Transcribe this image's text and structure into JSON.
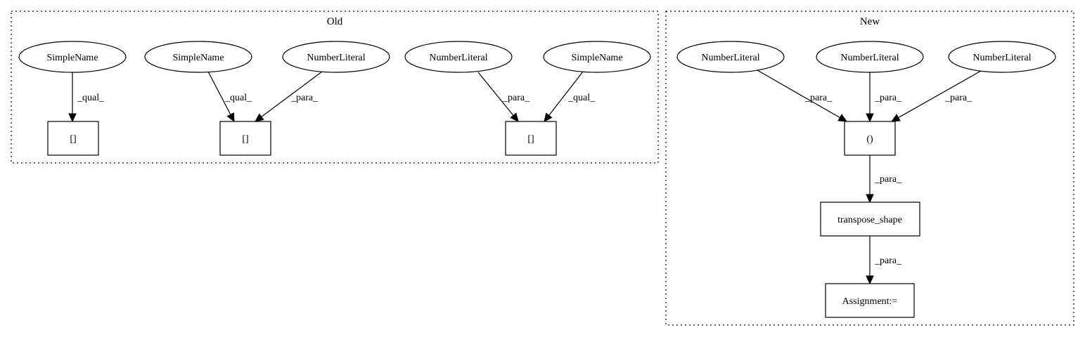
{
  "clusters": {
    "old": {
      "label": "Old"
    },
    "new": {
      "label": "New"
    }
  },
  "nodes": {
    "old_sn1": "SimpleName",
    "old_sn2": "SimpleName",
    "old_nl1": "NumberLiteral",
    "old_nl2": "NumberLiteral",
    "old_sn3": "SimpleName",
    "old_idx1": "[]",
    "old_idx2": "[]",
    "old_idx3": "[]",
    "new_nl1": "NumberLiteral",
    "new_nl2": "NumberLiteral",
    "new_nl3": "NumberLiteral",
    "new_tuple": "()",
    "new_transpose": "transpose_shape",
    "new_assign": "Assignment:="
  },
  "edges": [
    {
      "from": "old_sn1",
      "to": "old_idx1",
      "label": "_qual_"
    },
    {
      "from": "old_sn2",
      "to": "old_idx2",
      "label": "_qual_"
    },
    {
      "from": "old_nl1",
      "to": "old_idx2",
      "label": "_para_"
    },
    {
      "from": "old_nl2",
      "to": "old_idx3",
      "label": "_para_"
    },
    {
      "from": "old_sn3",
      "to": "old_idx3",
      "label": "_qual_"
    },
    {
      "from": "new_nl1",
      "to": "new_tuple",
      "label": "_para_"
    },
    {
      "from": "new_nl2",
      "to": "new_tuple",
      "label": "_para_"
    },
    {
      "from": "new_nl3",
      "to": "new_tuple",
      "label": "_para_"
    },
    {
      "from": "new_tuple",
      "to": "new_transpose",
      "label": "_para_"
    },
    {
      "from": "new_transpose",
      "to": "new_assign",
      "label": "_para_"
    }
  ]
}
